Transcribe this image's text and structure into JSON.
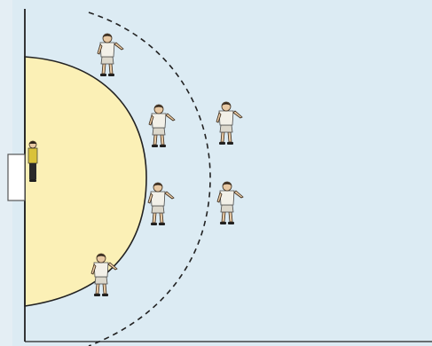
{
  "court": {
    "background_color": "#dcebf3",
    "goal_area_color": "#fbf0b6",
    "line_color": "#222222"
  },
  "players": {
    "goalkeeper": {
      "role": "goalkeeper"
    },
    "defenders_6m": [
      {
        "role": "defender"
      },
      {
        "role": "defender"
      },
      {
        "role": "defender"
      },
      {
        "role": "defender"
      }
    ],
    "defenders_9m": [
      {
        "role": "defender"
      },
      {
        "role": "defender"
      }
    ]
  },
  "icons": {
    "player": "player-figure-icon",
    "goal": "goal-icon"
  }
}
